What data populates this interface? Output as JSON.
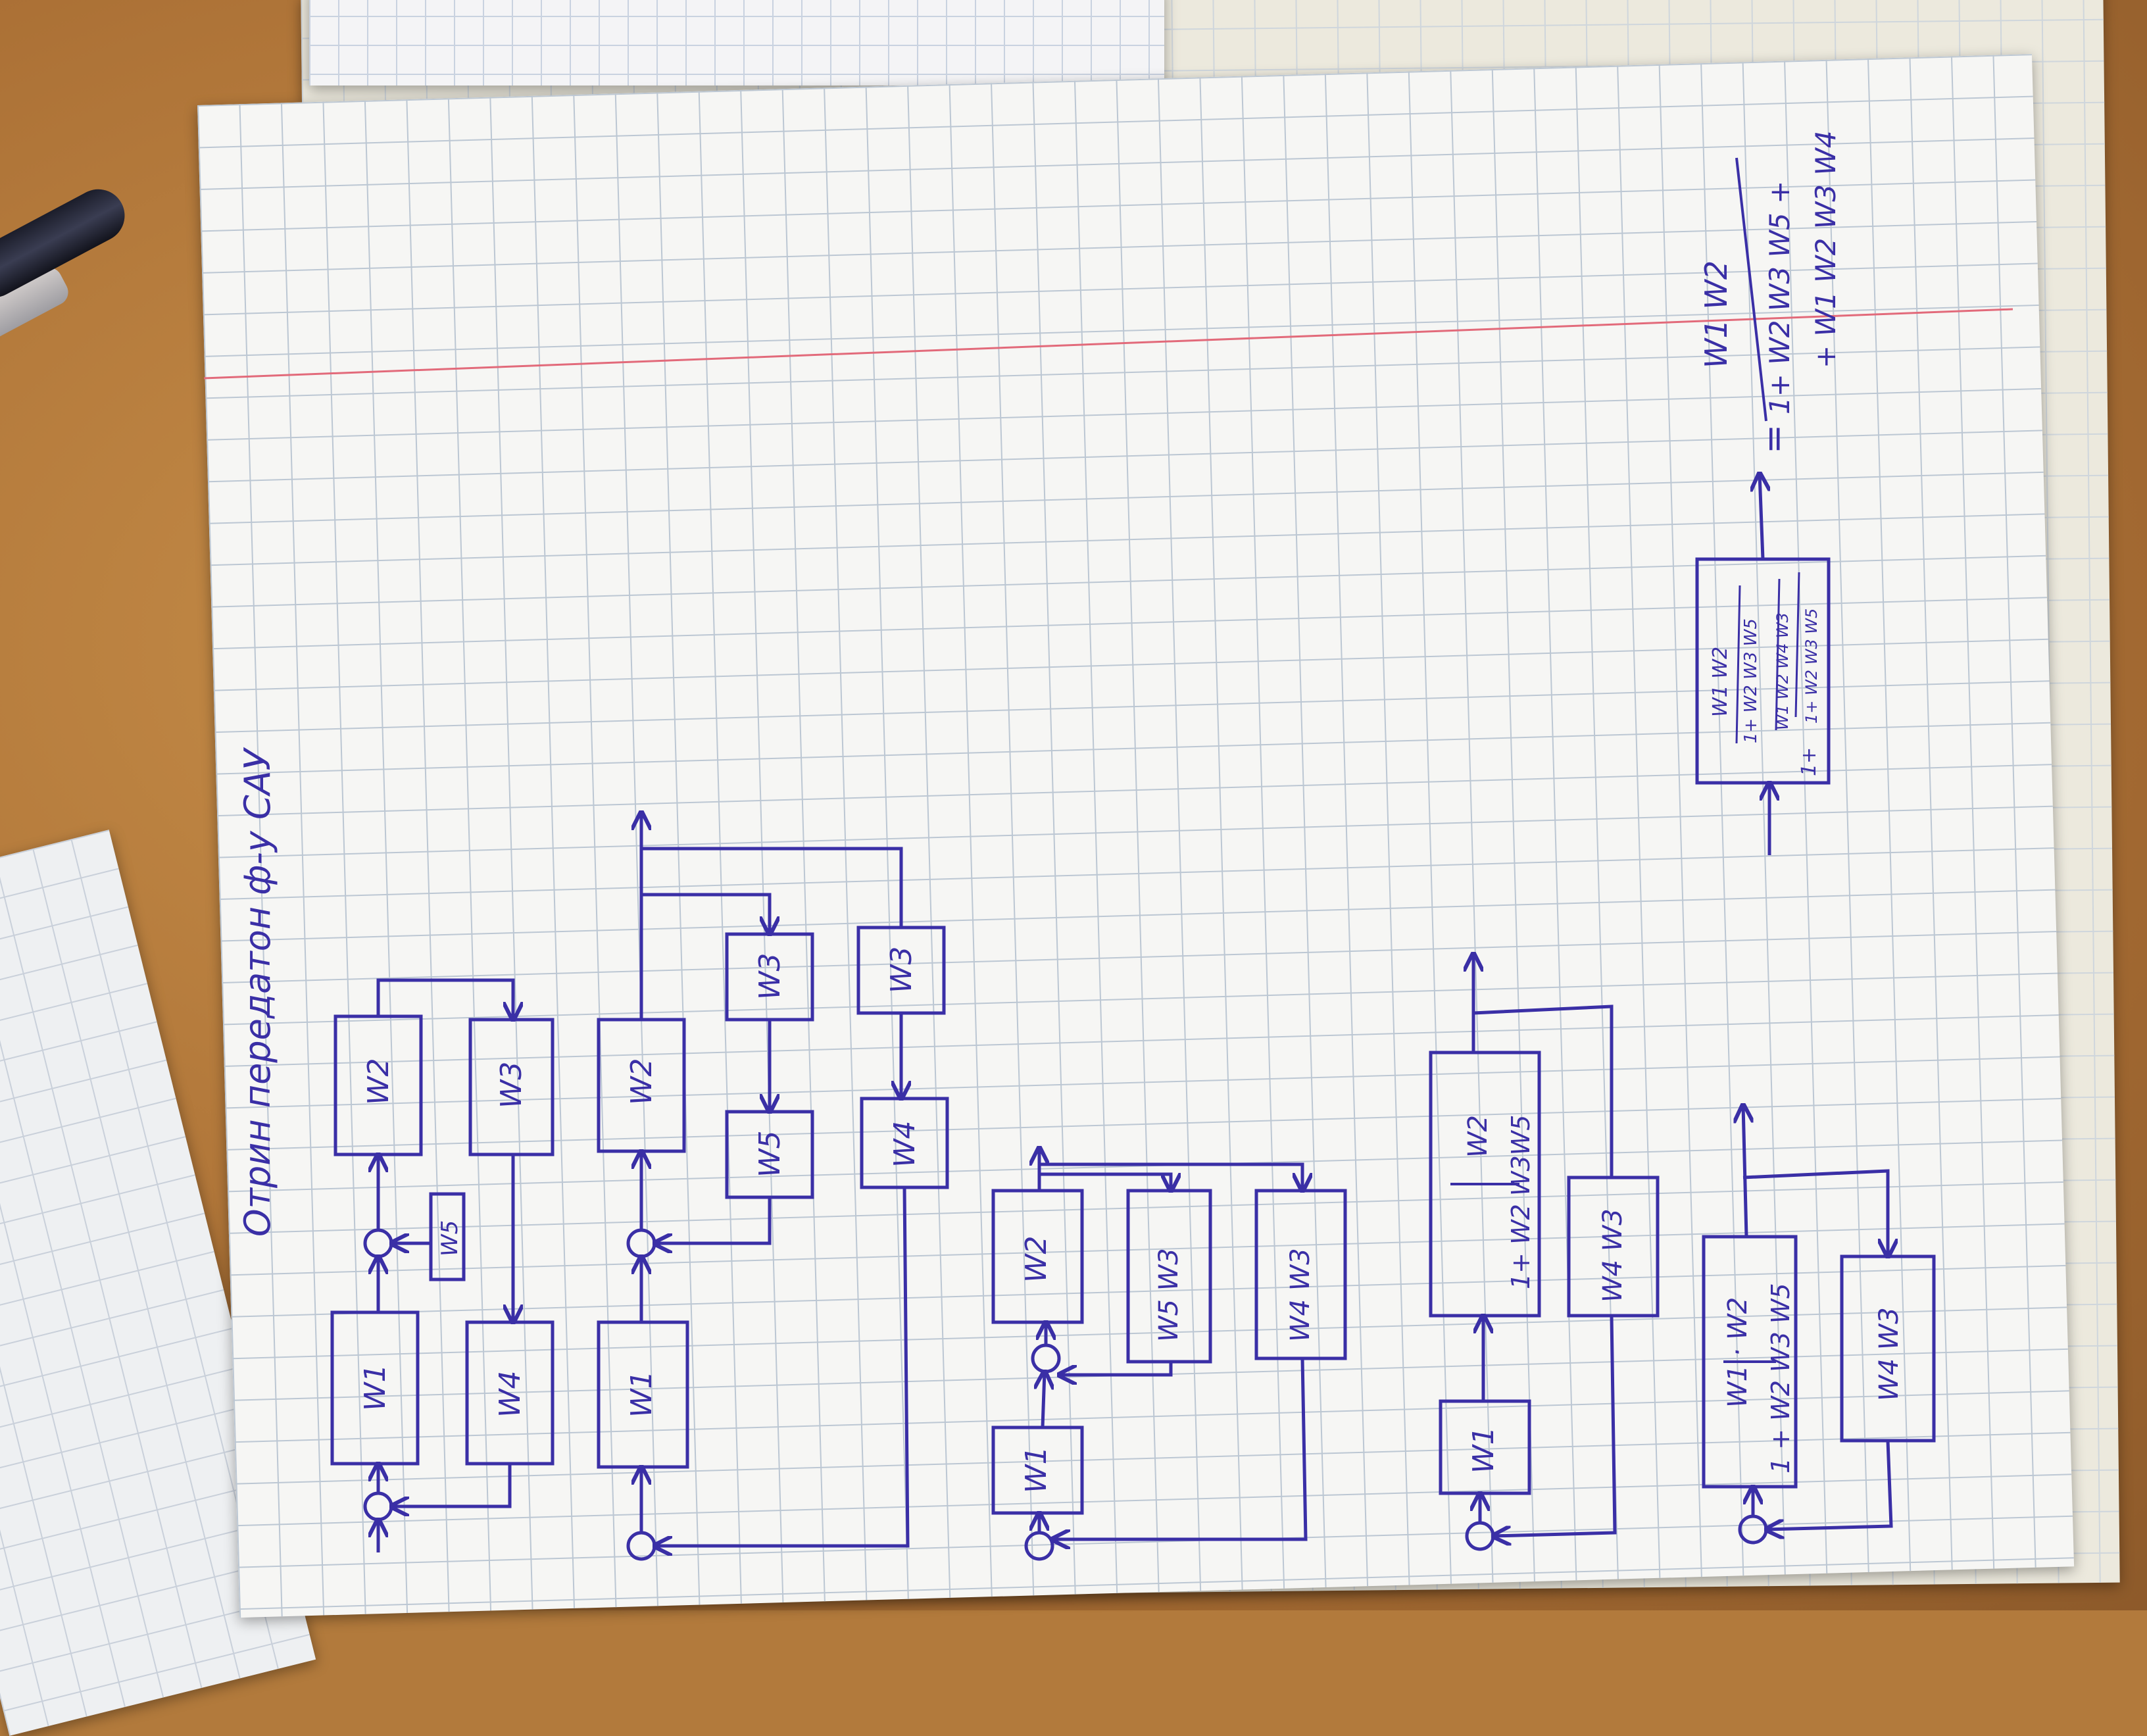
{
  "title": "Отрин передатон ф-у САУ",
  "diagram1": {
    "blocks": [
      "W1",
      "W2",
      "W5",
      "W3",
      "W4"
    ]
  },
  "diagram2": {
    "blocks": [
      "W1",
      "W2",
      "W3",
      "W5",
      "W3",
      "W4"
    ]
  },
  "diagram3": {
    "blocks": [
      "W1",
      "W2",
      "W5 W3",
      "W4 W3"
    ]
  },
  "diagram4": {
    "w1": "W1",
    "frac_num": "W2",
    "frac_den": "1+ W2 W3W5",
    "w4w3": "W4 W3"
  },
  "diagram5": {
    "frac_num": "W1 · W2",
    "frac_den": "1 + W2 W3 W5",
    "w4w3": "W4 W3"
  },
  "diagram6": {
    "outer_num": "W1 W2",
    "inner_den": "1+ W2 W3 W5",
    "lower_prefix": "1+",
    "lower_num": "W1 W2 W4 W3",
    "lower_den": "1+ W2 W3 W5"
  },
  "result": {
    "eq": "=",
    "num": "W1 W2",
    "den1": "1+ W2 W3 W5 +",
    "den2": "+ W1 W2 W3 W4"
  },
  "colors": {
    "ink": "#3a2fa6",
    "margin_line": "#e26a7a"
  }
}
